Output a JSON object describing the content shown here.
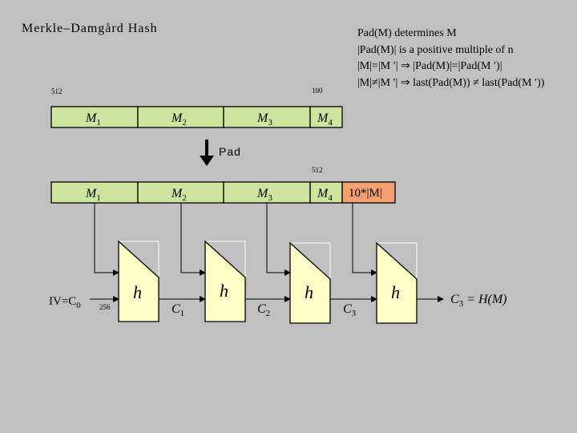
{
  "title": "Merkle–Damgård Hash",
  "notes": [
    "Pad(M) determines M",
    "|Pad(M)| is a positive multiple of n",
    "|M|=|M ′| ⇒ |Pad(M)|=|Pad(M ′)|",
    "|M|≠|M ′| ⇒ last(Pad(M)) ≠ last(Pad(M ′))"
  ],
  "top_row": {
    "size_left": "512",
    "size_right": "100",
    "blocks": [
      {
        "main": "M",
        "sub": "1"
      },
      {
        "main": "M",
        "sub": "2"
      },
      {
        "main": "M",
        "sub": "3"
      },
      {
        "main": "M",
        "sub": "4"
      }
    ]
  },
  "pad_label": "Pad",
  "bottom_row": {
    "size_right": "512",
    "blocks": [
      {
        "main": "M",
        "sub": "1"
      },
      {
        "main": "M",
        "sub": "2"
      },
      {
        "main": "M",
        "sub": "3"
      },
      {
        "main": "M",
        "sub": "4"
      }
    ],
    "pad_block": "10*|M|"
  },
  "iv_label": "IV=C",
  "iv_sub": "0",
  "iv_size": "256",
  "h_label": "h",
  "chain": [
    {
      "main": "C",
      "sub": "1"
    },
    {
      "main": "C",
      "sub": "2"
    },
    {
      "main": "C",
      "sub": "3"
    }
  ],
  "output_label": "C",
  "output_sub": "3",
  "output_rest": " = H(M)",
  "colors": {
    "background": "#c0c0c0",
    "block_fill": "#cce6a0",
    "pad_fill": "#f2a070",
    "h_fill": "#ffffc8",
    "line": "#000000"
  }
}
